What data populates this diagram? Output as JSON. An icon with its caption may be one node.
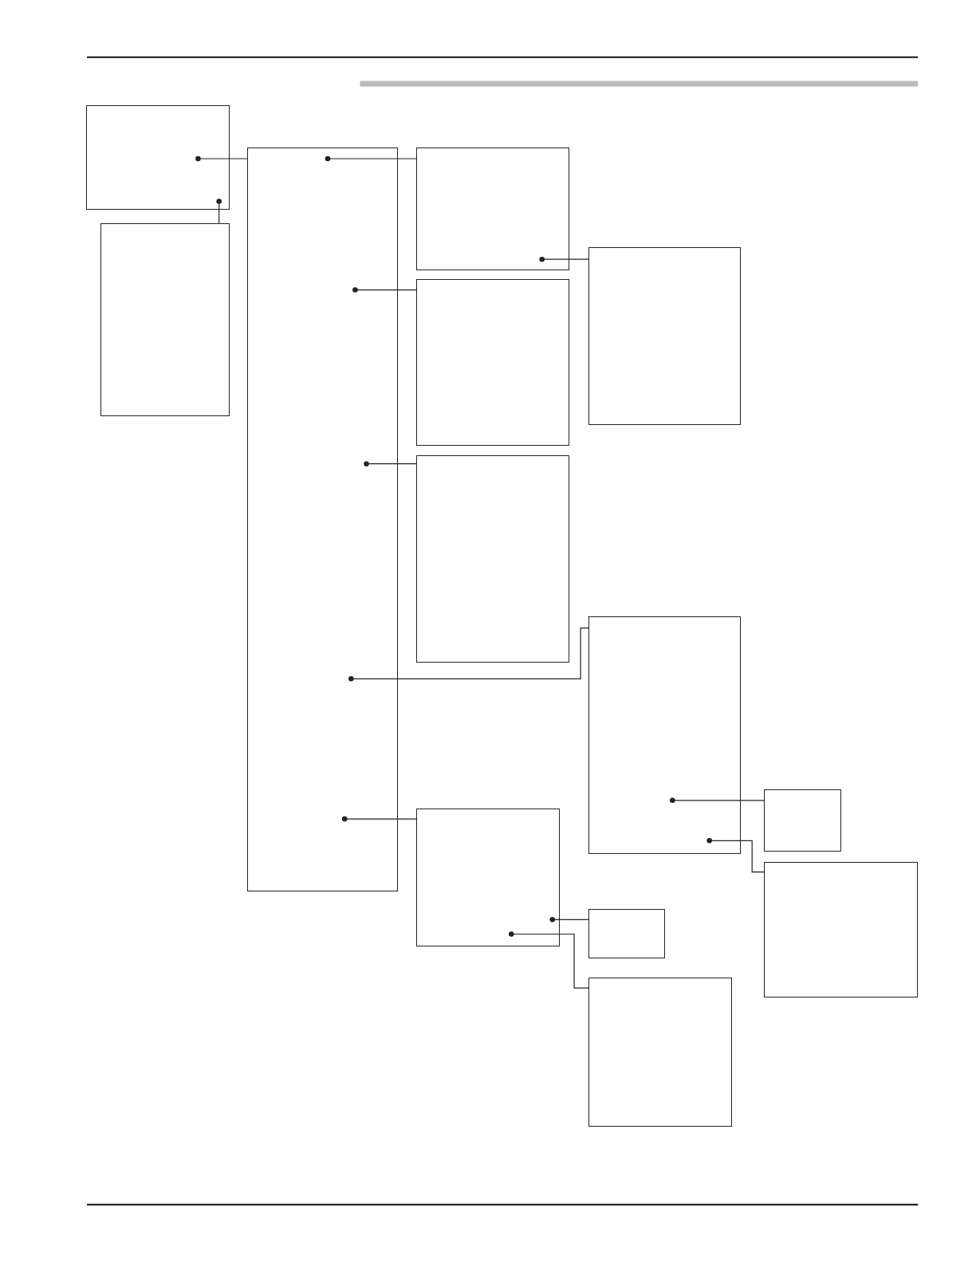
{
  "diagram": {
    "nodes": [
      {
        "text": [],
        "shape": "box"
      },
      {
        "text": [],
        "shape": "box"
      },
      {
        "text": [],
        "shape": "box"
      },
      {
        "text": [],
        "shape": "box"
      },
      {
        "text": [],
        "shape": "box"
      },
      {
        "text": [],
        "shape": "box"
      },
      {
        "text": [],
        "shape": "box"
      },
      {
        "text": [],
        "shape": "box"
      },
      {
        "text": [],
        "shape": "box"
      },
      {
        "text": [],
        "shape": "box"
      },
      {
        "text": [],
        "shape": "box"
      },
      {
        "text": [],
        "shape": "box"
      },
      {
        "text": [],
        "shape": "box"
      }
    ],
    "edges": [
      {
        "from": 0,
        "to": 2,
        "arrow": "other"
      },
      {
        "from": 0,
        "to": 1,
        "arrow": "other"
      },
      {
        "from": 2,
        "to": 3,
        "arrow": "other"
      },
      {
        "from": 2,
        "to": 5,
        "arrow": "other"
      },
      {
        "from": 2,
        "to": 6,
        "arrow": "other"
      },
      {
        "from": 2,
        "to": 7,
        "arrow": "other"
      },
      {
        "from": 2,
        "to": 8,
        "arrow": "other"
      },
      {
        "from": 3,
        "to": 4,
        "arrow": "other"
      },
      {
        "from": 7,
        "to": 9,
        "arrow": "other"
      },
      {
        "from": 7,
        "to": 10,
        "arrow": "other"
      },
      {
        "from": 8,
        "to": 11,
        "arrow": "other"
      },
      {
        "from": 8,
        "to": 12,
        "arrow": "other"
      }
    ]
  }
}
